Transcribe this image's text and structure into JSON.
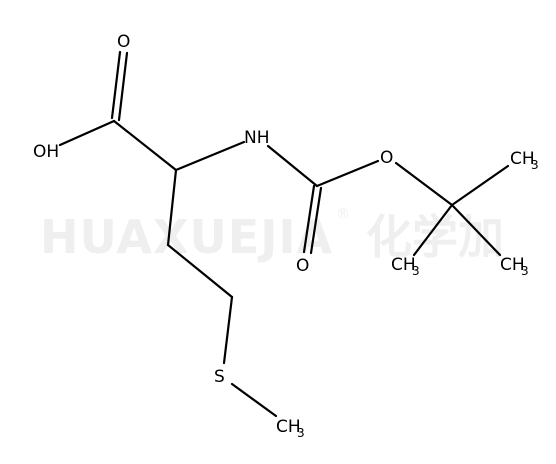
{
  "watermark": {
    "latin": "HUAXUEJIA",
    "registered": "®",
    "cjk": "化学加"
  },
  "atoms": {
    "carbonyl_o_acid": "O",
    "hydroxyl": "OH",
    "amine": "NH",
    "ester_o": "O",
    "carbonyl_o_carbamate": "O",
    "sulfur": "S",
    "methyl_tbu_right": "CH",
    "methyl_tbu_right_sub": "3",
    "methyl_tbu_left": "CH",
    "methyl_tbu_left_sub": "3",
    "methyl_tbu_bottom": "CH",
    "methyl_tbu_bottom_sub": "3",
    "methyl_s": "CH",
    "methyl_s_sub": "3"
  }
}
